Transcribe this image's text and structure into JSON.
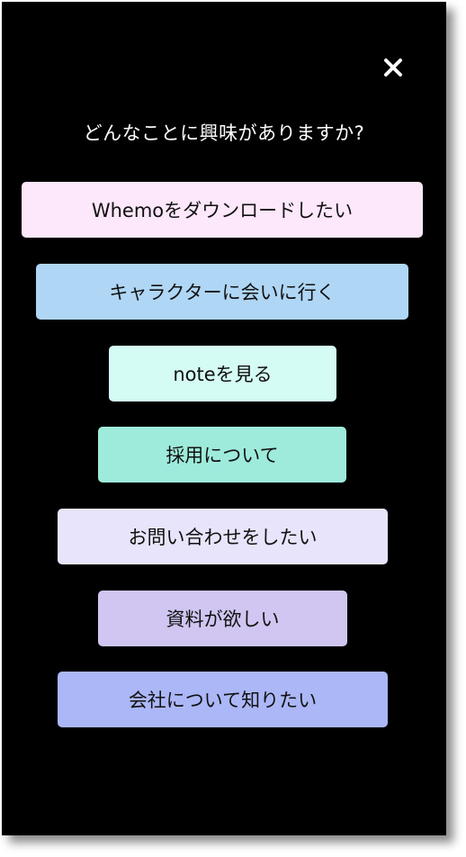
{
  "modal": {
    "close_label": "×",
    "question": "どんなことに興味がありますか?"
  },
  "options": [
    {
      "label": "Whemoをダウンロードしたい",
      "color": "#fde8fb"
    },
    {
      "label": "キャラクターに会いに行く",
      "color": "#afd6f4"
    },
    {
      "label": "noteを見る",
      "color": "#d4fbf4"
    },
    {
      "label": "採用について",
      "color": "#9eeadb"
    },
    {
      "label": "お問い合わせをしたい",
      "color": "#e7e4fb"
    },
    {
      "label": "資料が欲しい",
      "color": "#d0c6f1"
    },
    {
      "label": "会社について知りたい",
      "color": "#abb7f6"
    }
  ],
  "colors": {
    "background": "#000000",
    "text_light": "#ffffff",
    "text_dark": "#111111"
  }
}
